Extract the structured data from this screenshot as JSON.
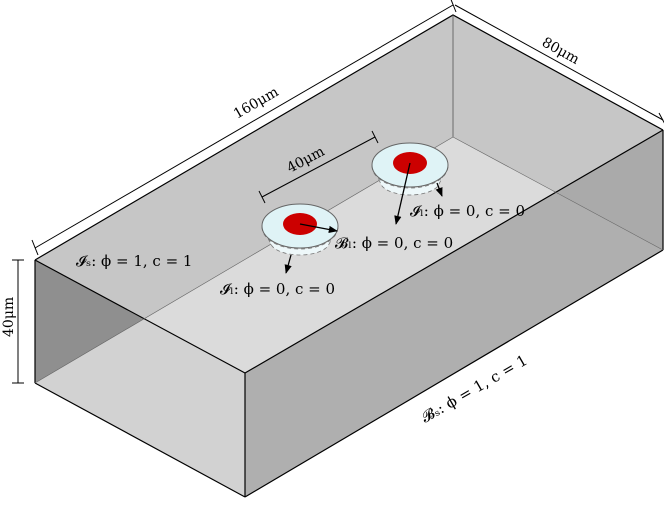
{
  "dimensions": {
    "length": "160μm",
    "depth": "80μm",
    "height": "40μm",
    "spacing": "40μm"
  },
  "labels": {
    "surface_solid": "𝓘ₛ: ϕ = 1, c = 1",
    "interface_liquid_left": "𝓘ₗ: ϕ = 0, c = 0",
    "interface_liquid_right": "𝓘ₗ: ϕ = 0, c = 0",
    "bulk_liquid": "𝓑ₗ: ϕ = 0, c = 0",
    "bulk_solid": "𝓑ₛ: ϕ = 1, c = 1"
  },
  "colors": {
    "top_face": "#c6c6c6",
    "left_face": "#8f8f8f",
    "front_face": "#a9a9a9",
    "right_face": "#b4b4b4",
    "inner_plane": "#dedede",
    "pit_cap": "#dff3f6",
    "nucleus": "#cc0000"
  }
}
